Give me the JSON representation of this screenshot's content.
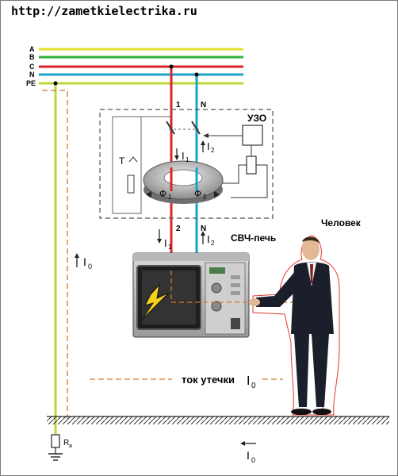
{
  "source_url": "http://zametkielectrika.ru",
  "buses": [
    {
      "label": "A",
      "color": "#e6df2c"
    },
    {
      "label": "B",
      "color": "#2fb23c"
    },
    {
      "label": "C",
      "color": "#d8262a"
    },
    {
      "label": "N",
      "color": "#1aa3c9"
    },
    {
      "label": "PE",
      "color": "#b9d938"
    }
  ],
  "rcd": {
    "label": "УЗО",
    "terminal_phase_top": "1",
    "terminal_neutral_top": "N",
    "terminal_phase_bottom": "2",
    "terminal_neutral_bottom": "N",
    "test_button": "T",
    "current_1": "I",
    "current_1_sub": "1",
    "current_2": "I",
    "current_2_sub": "2",
    "flux_1": "Ф",
    "flux_1_sub": "1",
    "flux_2": "Ф",
    "flux_2_sub": "2"
  },
  "appliance_label": "СВЧ-печь",
  "person_label": "Человек",
  "leak_label": "ток утечки",
  "leak_symbol": "I",
  "leak_sub": "0",
  "pe_current": "I",
  "pe_current_sub": "0",
  "ground_current": "I",
  "ground_current_sub": "0",
  "ground_resistor": "R",
  "ground_resistor_sub": "a",
  "colors": {
    "phase": "#d8262a",
    "neutral": "#1aa3c9",
    "pe": "#b9d938",
    "leak_path": "#d07a2e",
    "rcd_box": "#555555"
  }
}
